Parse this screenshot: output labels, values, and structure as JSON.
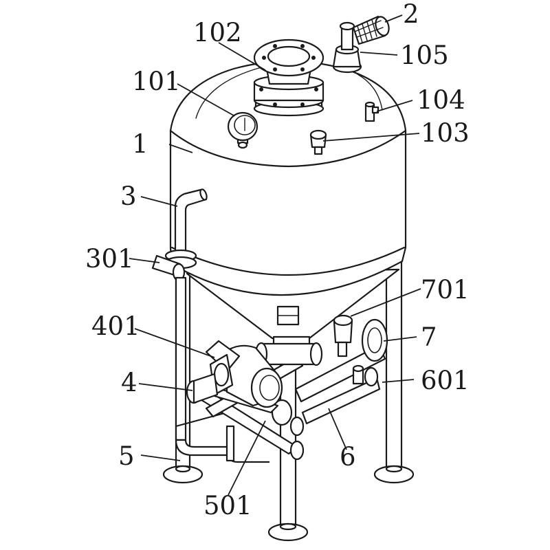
{
  "labels": {
    "l1": "1",
    "l2": "2",
    "l3": "3",
    "l4": "4",
    "l5": "5",
    "l6": "6",
    "l7": "7",
    "l101": "101",
    "l102": "102",
    "l103": "103",
    "l104": "104",
    "l105": "105",
    "l301": "301",
    "l401": "401",
    "l501": "501",
    "l601": "601",
    "l701": "701"
  }
}
